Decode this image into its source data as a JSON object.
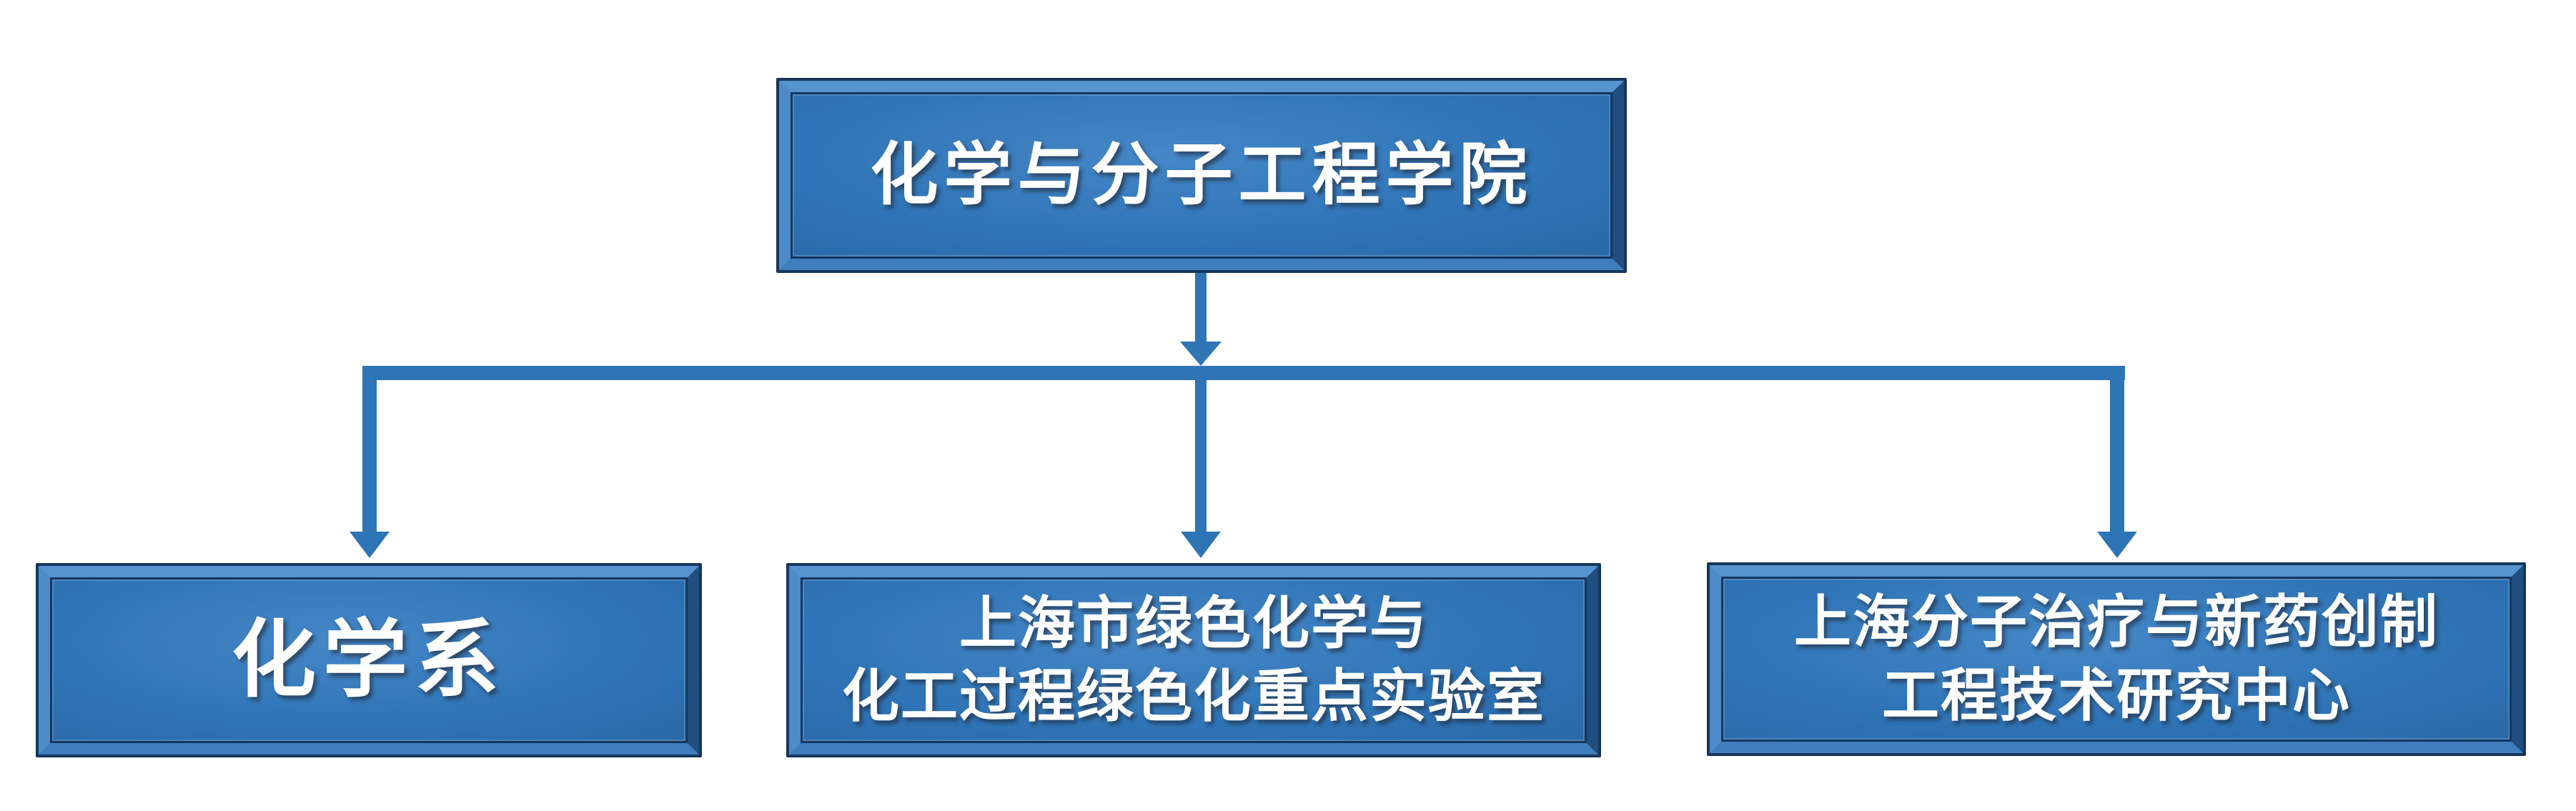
{
  "colors": {
    "connector": "#2e75b6",
    "node_edge": "#16375c",
    "node_fill": "#2e74b6",
    "node_fill_light": "#4587c7",
    "bevel_top": "#5693cf",
    "bevel_left": "#4d8bc9",
    "bevel_right": "#1f4e7f",
    "bevel_bottom": "#3f7dbc",
    "inner_line": "#14375f",
    "text": "#ffffff"
  },
  "org_chart": {
    "root": {
      "id": "college",
      "lines": [
        "化学与分子工程学院"
      ]
    },
    "children": [
      {
        "id": "chemistry-department",
        "lines": [
          "化学系"
        ]
      },
      {
        "id": "green-chemistry-key-lab",
        "lines": [
          "上海市绿色化学与",
          "化工过程绿色化重点实验室"
        ]
      },
      {
        "id": "drug-engineering-center",
        "lines": [
          "上海分子治疗与新药创制",
          "工程技术研究中心"
        ]
      }
    ]
  }
}
